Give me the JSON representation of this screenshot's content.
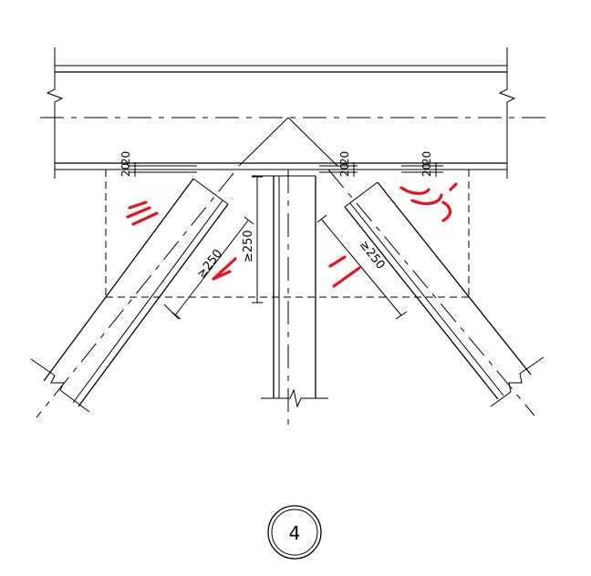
{
  "dimensions": {
    "gap_top_left": "20",
    "gap_top_left_2": "20",
    "gap_top_middle": "20",
    "gap_top_middle_2": "20",
    "gap_top_right": "20",
    "gap_top_right_2": "20",
    "length_left_brace": "≥250",
    "length_column": "≥250",
    "length_right_brace": "≥250"
  },
  "detail_callout": {
    "number": "4"
  },
  "colors": {
    "linework": "#000000",
    "markup": "#e8141c"
  }
}
